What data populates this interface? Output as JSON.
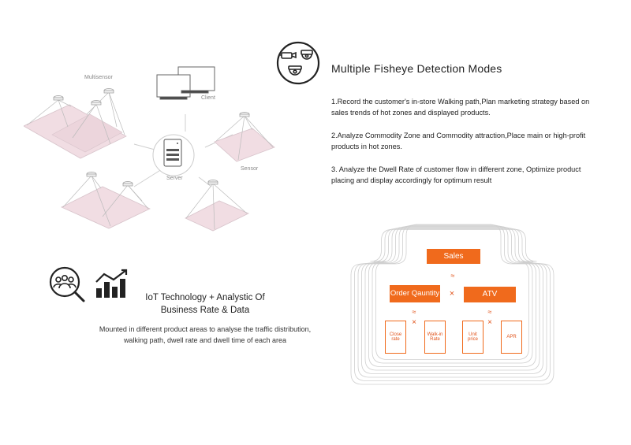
{
  "header": {
    "title": "Multiple Fisheye Detection Modes",
    "icon": "fisheye-cameras-icon"
  },
  "modes": [
    "1.Record the customer's in-store Walking path,Plan marketing strategy based on sales trends of hot zones and displayed products.",
    " 2.Analyze Commodity Zone and Commodity attraction,Place main or high-profit products in hot zones.",
    "3. Analyze the Dwell Rate of customer flow in different zone, Optimize product placing and display accordingly for optimum result"
  ],
  "network": {
    "multisensor": "Multisensor",
    "client": "Client",
    "server": "Server",
    "sensor": "Sensor"
  },
  "iot": {
    "title_line1": "IoT Technology + Analystic Of",
    "title_line2": "Business Rate & Data",
    "description_line1": "Mounted in different product areas to analyse the traffic distribution,",
    "description_line2": "walking path, dwell rate and dwell time of each area",
    "icons": [
      "people-analytics-icon",
      "bar-trend-chart-icon"
    ]
  },
  "formula": {
    "sales": "Sales",
    "approx": "≈",
    "times": "×",
    "order_quantity": "Order Qauntity",
    "atv": "ATV",
    "close_rate": "Close rate",
    "walk_in_rate": "Walk-in Rate",
    "unit_price": "Unit price",
    "apr": "APR",
    "accent_color": "#f06a1c"
  }
}
